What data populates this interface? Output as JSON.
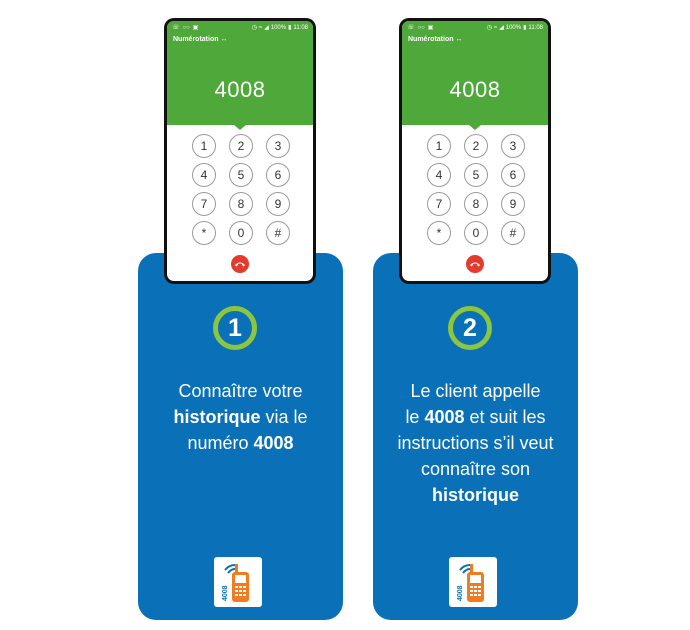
{
  "colors": {
    "card_blue": "#0a70b8",
    "header_green": "#4fa83a",
    "ring_green": "#8cc63f",
    "end_call_red": "#e53b2f",
    "phone_orange": "#f07c22"
  },
  "panels": [
    {
      "phone": {
        "status_icons_left": [
          "phone-icon",
          "voicemail-icon",
          "image-icon"
        ],
        "status_battery": "100%",
        "status_time": "11:08",
        "app_title": "Numérotation",
        "app_title_suffix": "↔",
        "dialed_number": "4008",
        "keys": [
          "1",
          "2",
          "3",
          "4",
          "5",
          "6",
          "7",
          "8",
          "9",
          "*",
          "0",
          "#"
        ]
      },
      "step_number": "1",
      "description": {
        "line1": "Connaître votre",
        "line2_bold": "historique",
        "line2_rest": " via le",
        "line3_pre": "numéro ",
        "line3_bold": "4008"
      },
      "badge": {
        "icon": "mobile-phone-icon",
        "label": "4008"
      }
    },
    {
      "phone": {
        "status_icons_left": [
          "phone-icon",
          "voicemail-icon",
          "image-icon"
        ],
        "status_battery": "100%",
        "status_time": "11:08",
        "app_title": "Numérotation",
        "app_title_suffix": "↔",
        "dialed_number": "4008",
        "keys": [
          "1",
          "2",
          "3",
          "4",
          "5",
          "6",
          "7",
          "8",
          "9",
          "*",
          "0",
          "#"
        ]
      },
      "step_number": "2",
      "description": {
        "line1": "Le client appelle",
        "line2_pre": "le ",
        "line2_bold": "4008",
        "line2_rest": " et suit les",
        "line3": "instructions s’il veut",
        "line4": "connaître son",
        "line5_bold": "historique"
      },
      "badge": {
        "icon": "mobile-phone-icon",
        "label": "4008"
      }
    }
  ]
}
